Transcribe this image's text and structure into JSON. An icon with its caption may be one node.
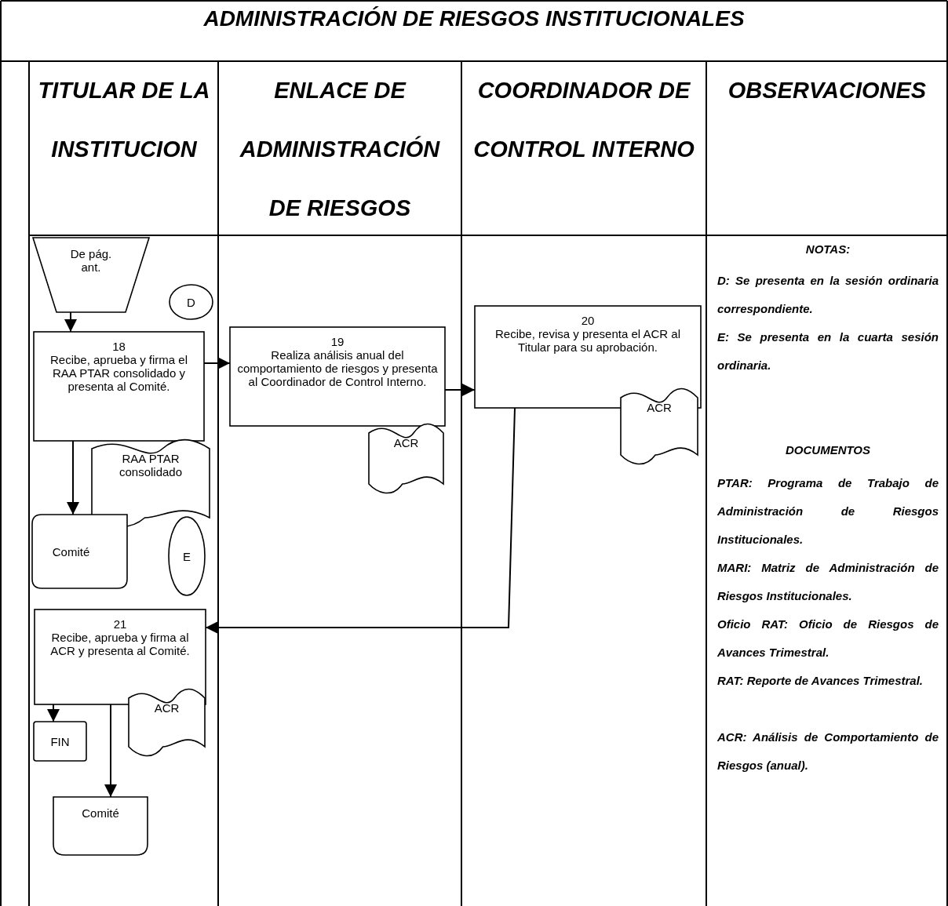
{
  "diagram": {
    "title": "ADMINISTRACIÓN DE RIESGOS INSTITUCIONALES",
    "nodes": [
      {
        "text": [
          "De pág. ant."
        ]
      },
      {
        "text": [
          "D"
        ]
      },
      {
        "text": [
          "18",
          "Recibe, aprueba y firma el RAA PTAR consolidado y presenta al Comité."
        ]
      },
      {
        "text": [
          "RAA PTAR consolidado"
        ]
      },
      {
        "text": [
          "Comité"
        ]
      },
      {
        "text": [
          "E"
        ]
      },
      {
        "text": [
          "19",
          "Realiza análisis anual del comportamiento de riesgos y presenta al Coordinador de Control Interno."
        ]
      },
      {
        "text": [
          "ACR"
        ]
      },
      {
        "text": [
          "20",
          "Recibe, revisa y presenta el ACR al Titular para su aprobación."
        ]
      },
      {
        "text": [
          "ACR"
        ]
      },
      {
        "text": [
          "21",
          "Recibe, aprueba y firma al ACR y presenta al Comité."
        ]
      },
      {
        "text": [
          "ACR"
        ]
      },
      {
        "text": [
          "FIN"
        ]
      },
      {
        "text": [
          "Comité"
        ]
      }
    ],
    "edges": [
      {
        "from": 0,
        "to": 2,
        "arrow": "to"
      },
      {
        "from": 2,
        "to": 6,
        "arrow": "to"
      },
      {
        "from": 6,
        "to": 8,
        "arrow": "to"
      },
      {
        "from": 8,
        "to": 10,
        "arrow": "to"
      },
      {
        "from": 2,
        "to": 4,
        "arrow": "to"
      },
      {
        "from": 10,
        "to": 12,
        "arrow": "to"
      },
      {
        "from": 10,
        "to": 13,
        "arrow": "to"
      }
    ],
    "labels": [
      "TITULAR DE LA INSTITUCION",
      "ENLACE DE ADMINISTRACIÓN DE RIESGOS",
      "COORDINADOR DE CONTROL INTERNO",
      "OBSERVACIONES",
      "NOTAS:",
      "D: Se presenta en la sesión ordinaria correspondiente.",
      "E: Se presenta en la cuarta sesión ordinaria.",
      "DOCUMENTOS",
      "PTAR: Programa de Trabajo de Administración de Riesgos Institucionales.",
      "MARI: Matriz de Administración de Riesgos Institucionales.",
      "Oficio RAT: Oficio de Riesgos de Avances Trimestral.",
      "RAT: Reporte de Avances Trimestral.",
      "ACR: Análisis de Comportamiento de Riesgos (anual)."
    ]
  }
}
